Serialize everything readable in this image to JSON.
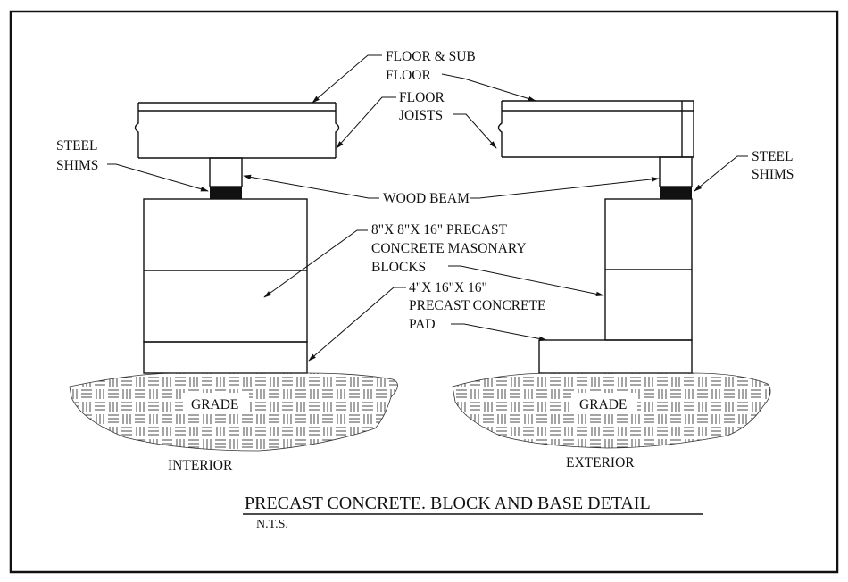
{
  "title": "PRECAST CONCRETE. BLOCK AND BASE DETAIL",
  "subtitle": "N.T.S.",
  "labels": {
    "floor_sub_1": "FLOOR & SUB",
    "floor_sub_2": "FLOOR",
    "floor_joists_1": "FLOOR",
    "floor_joists_2": "JOISTS",
    "steel_shims_left_1": "STEEL",
    "steel_shims_left_2": "SHIMS",
    "steel_shims_right_1": "STEEL",
    "steel_shims_right_2": "SHIMS",
    "wood_beam": "WOOD BEAM",
    "blocks_1": "8\"X 8\"X 16\" PRECAST",
    "blocks_2": "CONCRETE MASONARY",
    "blocks_3": "BLOCKS",
    "pad_1": "4\"X 16\"X 16\"",
    "pad_2": "PRECAST CONCRETE",
    "pad_3": "PAD",
    "grade_left": "GRADE",
    "grade_right": "GRADE",
    "interior": "INTERIOR",
    "exterior": "EXTERIOR"
  },
  "colors": {
    "ink": "#111111",
    "background": "#ffffff"
  }
}
